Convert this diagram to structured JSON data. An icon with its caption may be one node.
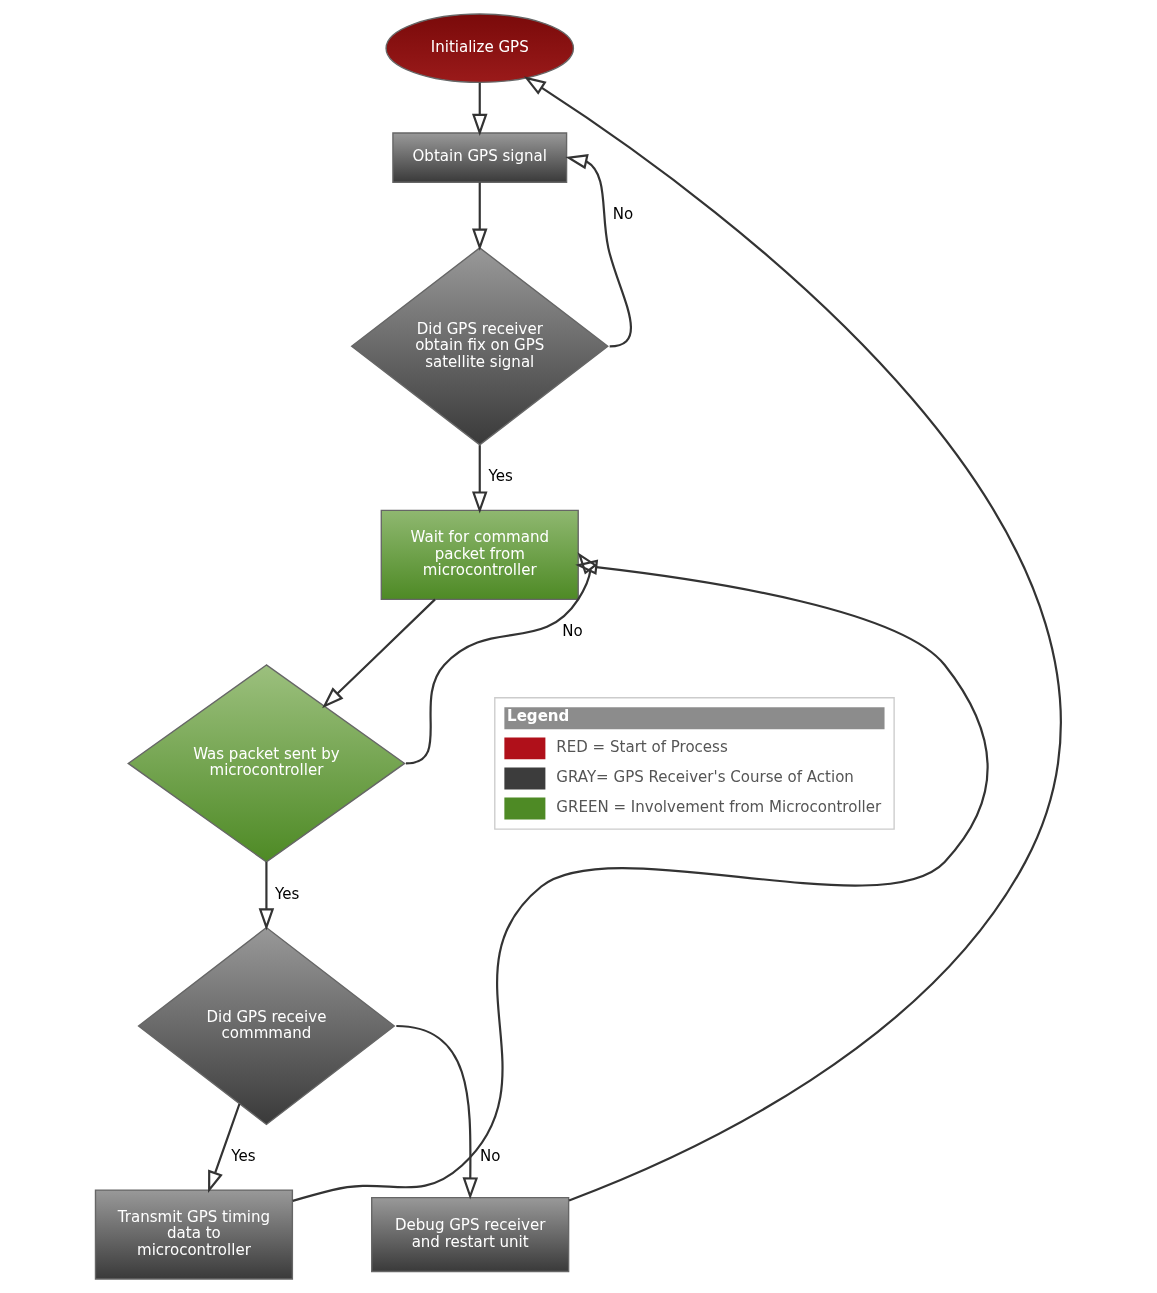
{
  "diagram": {
    "nodes": [
      {
        "text": [
          "Initialize GPS"
        ]
      },
      {
        "text": [
          "Obtain GPS signal"
        ]
      },
      {
        "text": [
          "Did GPS receiver obtain fix on GPS satellite signal"
        ]
      },
      {
        "text": [
          "Wait for command packet from microcontroller"
        ]
      },
      {
        "text": [
          "Was packet sent by microcontroller"
        ]
      },
      {
        "text": [
          "Did GPS receive commmand"
        ]
      },
      {
        "text": [
          "Transmit GPS timing data to microcontroller"
        ]
      },
      {
        "text": [
          "Debug GPS receiver and restart unit"
        ]
      }
    ],
    "edges": [
      {
        "from": 0,
        "to": 1,
        "arrow": "to"
      },
      {
        "from": 1,
        "to": 2,
        "arrow": "to"
      },
      {
        "from": 2,
        "to": 1,
        "arrow": "to",
        "label": "No"
      },
      {
        "from": 2,
        "to": 3,
        "arrow": "to",
        "label": "Yes"
      },
      {
        "from": 3,
        "to": 4,
        "arrow": "to"
      },
      {
        "from": 4,
        "to": 3,
        "arrow": "to",
        "label": "No"
      },
      {
        "from": 4,
        "to": 5,
        "arrow": "to",
        "label": "Yes"
      },
      {
        "from": 5,
        "to": 6,
        "arrow": "to",
        "label": "Yes"
      },
      {
        "from": 5,
        "to": 7,
        "arrow": "to",
        "label": "No"
      },
      {
        "from": 6,
        "to": 3,
        "arrow": "to"
      },
      {
        "from": 7,
        "to": 0,
        "arrow": "to"
      }
    ],
    "labels": [
      "Legend"
    ],
    "legend": [
      {
        "text": "RED = Start of Process",
        "color": "#b0101a"
      },
      {
        "text": "GRAY= GPS Receiver's Course of Action",
        "color": "#3c3c3c"
      },
      {
        "text": "GREEN = Involvement from Microcontroller",
        "color": "#4e8a25"
      }
    ]
  }
}
